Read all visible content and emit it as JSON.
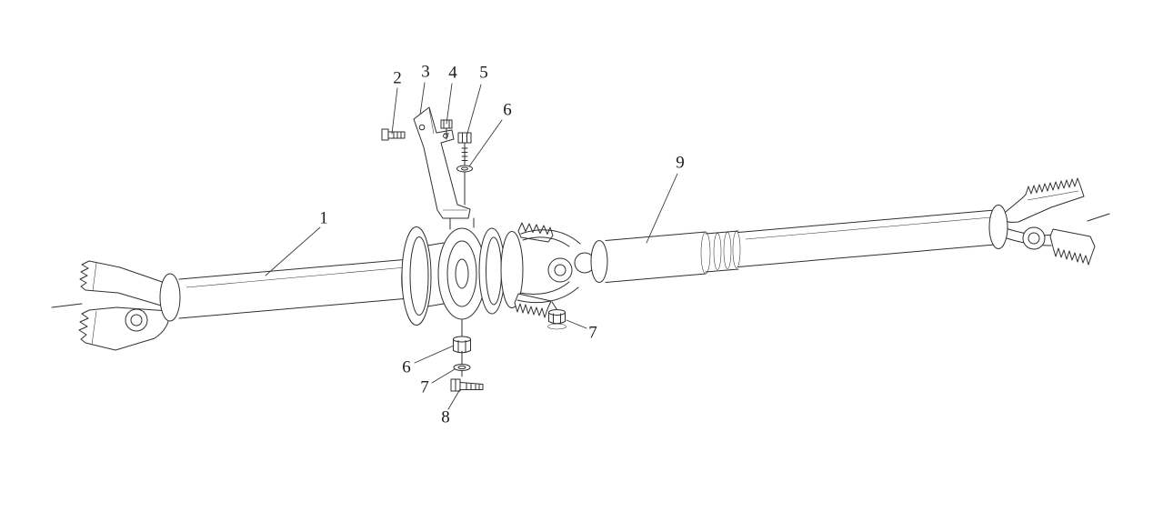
{
  "figure": {
    "description": "Exploded parts diagram of a two-piece drive shaft (propeller shaft) with universal joints, center support bearing and mounting bracket; parts numbered 1-9",
    "colors": {
      "background": "#ffffff",
      "line": "#2f2f2f"
    }
  },
  "callouts": [
    {
      "id": "1",
      "label": "1"
    },
    {
      "id": "2",
      "label": "2"
    },
    {
      "id": "3",
      "label": "3"
    },
    {
      "id": "4",
      "label": "4"
    },
    {
      "id": "5",
      "label": "5"
    },
    {
      "id": "6-upper",
      "label": "6"
    },
    {
      "id": "9",
      "label": "9"
    },
    {
      "id": "7-right",
      "label": "7"
    },
    {
      "id": "6-lower",
      "label": "6"
    },
    {
      "id": "7-lower",
      "label": "7"
    },
    {
      "id": "8",
      "label": "8"
    }
  ]
}
